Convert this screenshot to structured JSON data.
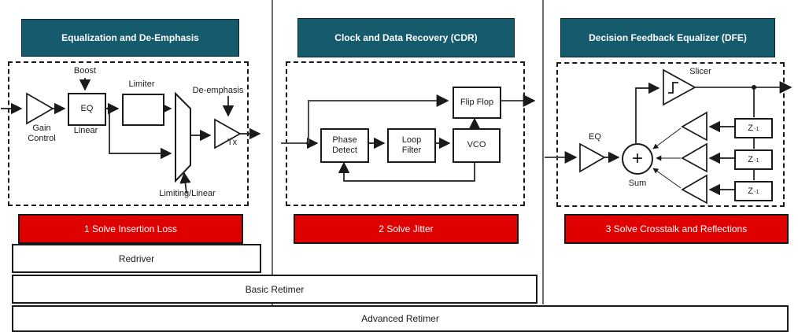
{
  "colors": {
    "teal": "#155B6D",
    "red": "#DF0000",
    "ink": "#1a1a1a",
    "grayline": "#6b6b6b"
  },
  "section1": {
    "header": "Equalization and De-Emphasis",
    "banner": "1 Solve Insertion Loss",
    "labels": {
      "boost": "Boost",
      "gain_control": "Gain\nControl",
      "eq": "EQ",
      "linear": "Linear",
      "limiter": "Limiter",
      "de_emphasis": "De-emphasis",
      "tx": "Tx",
      "limiting_linear": "Limiting/Linear"
    }
  },
  "section2": {
    "header": "Clock and Data Recovery (CDR)",
    "banner": "2 Solve Jitter",
    "labels": {
      "phase_detect": "Phase\nDetect",
      "loop_filter": "Loop\nFilter",
      "vco": "VCO",
      "flip_flop": "Flip Flop"
    }
  },
  "section3": {
    "header": "Decision Feedback Equalizer (DFE)",
    "banner": "3 Solve Crosstalk and Reflections",
    "labels": {
      "slicer": "Slicer",
      "eq": "EQ",
      "sum_symbol": "+",
      "sum": "Sum",
      "z_base": "Z",
      "z_exp": "-1"
    }
  },
  "bottom_bars": {
    "redriver": "Redriver",
    "basic_retimer": "Basic Retimer",
    "advanced_retimer": "Advanced Retimer"
  }
}
